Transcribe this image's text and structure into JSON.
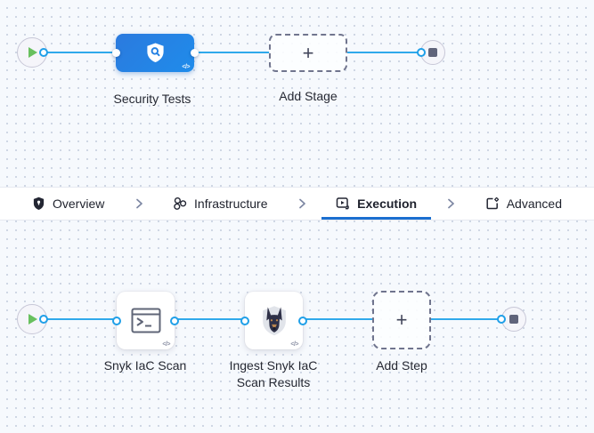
{
  "stage_graph": {
    "stage_label": "Security Tests",
    "add_stage_label": "Add Stage",
    "plus": "+",
    "code_badge": "</>"
  },
  "tab_bar": {
    "tabs": [
      {
        "label": "Overview",
        "icon": "shield-icon"
      },
      {
        "label": "Infrastructure",
        "icon": "hexagon-cluster-icon"
      },
      {
        "label": "Execution",
        "icon": "play-square-icon"
      },
      {
        "label": "Advanced",
        "icon": "page-gear-icon"
      }
    ],
    "active_tab": "Execution"
  },
  "step_graph": {
    "step1_label": "Snyk IaC Scan",
    "step2_label": "Ingest Snyk IaC Scan Results",
    "add_step_label": "Add Step",
    "plus": "+",
    "code_badge": "</>"
  },
  "colors": {
    "connector_blue": "#2fa9eb",
    "stage_node_blue": "#2380e3",
    "active_tab_underline": "#1b6fd0",
    "play_green": "#68c05e",
    "stop_grey": "#60647b",
    "canvas_bg": "#f6f9fd"
  }
}
